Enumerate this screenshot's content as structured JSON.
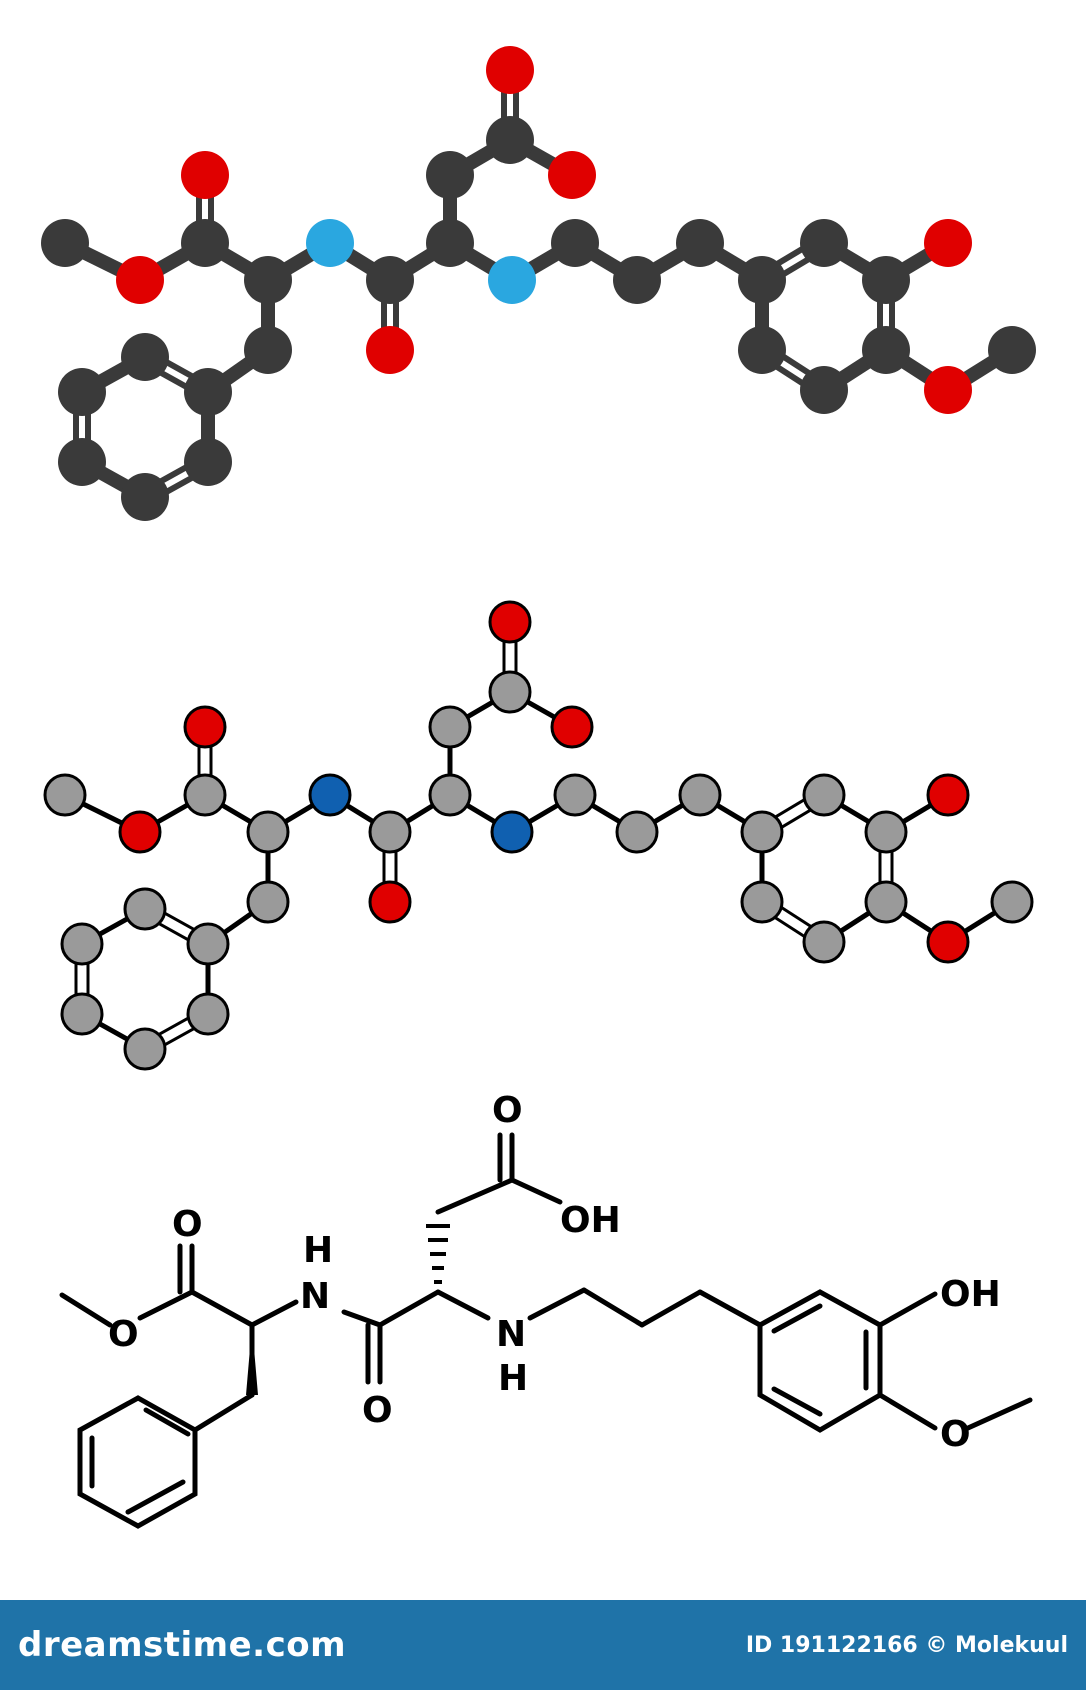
{
  "colors": {
    "carbon_dark": "#3a3a3a",
    "oxygen": "#e00000",
    "nitrogen_light": "#2aa7e0",
    "carbon_grey": "#9a9a9a",
    "nitrogen_dark": "#1060b0",
    "footer": "#1f73a8"
  },
  "skeletal_labels": {
    "o_top": "O",
    "oh_acid": "OH",
    "o_ester": "O",
    "o_methoxy_ester": "O",
    "h_amide": "H",
    "n_amide": "N",
    "o_amide": "O",
    "n_amine": "N",
    "h_amine": "H",
    "oh_phenol": "OH",
    "o_methoxy": "O"
  },
  "footer": {
    "brand": "dreamstime.com",
    "credit": "ID 191122166 © Molekuul"
  }
}
